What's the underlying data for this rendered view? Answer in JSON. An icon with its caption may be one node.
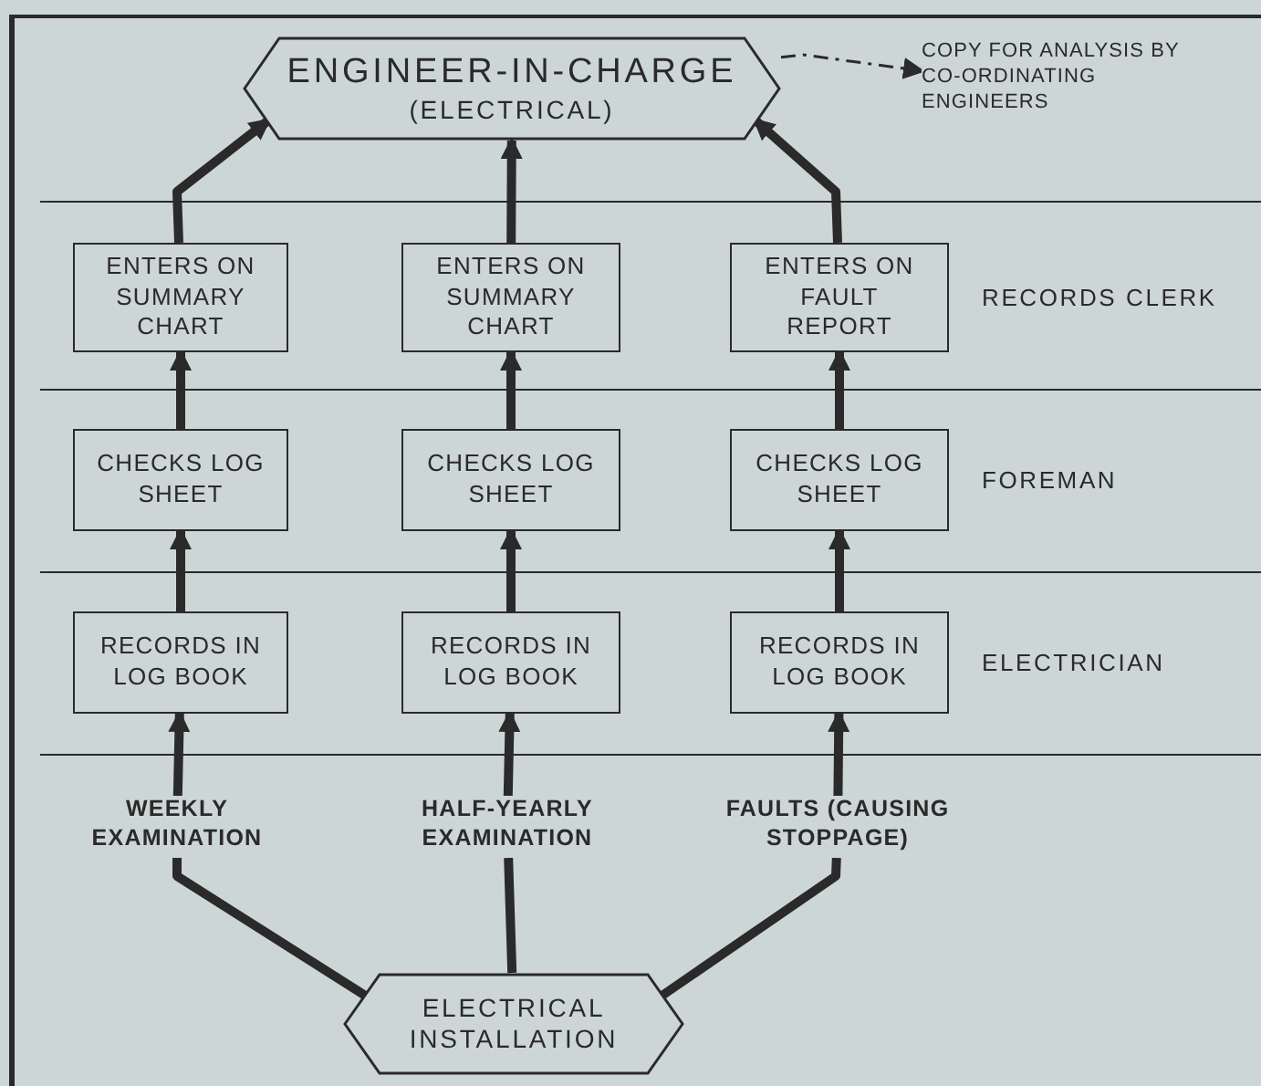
{
  "diagram": {
    "nodes": [
      {
        "text": [
          "ENGINEER-IN-CHARGE",
          "(ELECTRICAL)"
        ]
      },
      {
        "text": [
          "COPY FOR ANALYSIS BY CO-ORDINATING ENGINEERS"
        ]
      },
      {
        "text": [
          "ENTERS ON SUMMARY CHART"
        ]
      },
      {
        "text": [
          "ENTERS ON SUMMARY CHART"
        ]
      },
      {
        "text": [
          "ENTERS ON FAULT REPORT"
        ]
      },
      {
        "text": [
          "CHECKS LOG SHEET"
        ]
      },
      {
        "text": [
          "CHECKS LOG SHEET"
        ]
      },
      {
        "text": [
          "CHECKS LOG SHEET"
        ]
      },
      {
        "text": [
          "RECORDS IN LOG BOOK"
        ]
      },
      {
        "text": [
          "RECORDS IN LOG BOOK"
        ]
      },
      {
        "text": [
          "RECORDS IN LOG BOOK"
        ]
      },
      {
        "text": [
          "WEEKLY EXAMINATION"
        ]
      },
      {
        "text": [
          "HALF-YEARLY EXAMINATION"
        ]
      },
      {
        "text": [
          "FAULTS (CAUSING STOPPAGE)"
        ]
      },
      {
        "text": [
          "ELECTRICAL INSTALLATION"
        ]
      }
    ],
    "edges": [
      {
        "from": 0,
        "to": 1,
        "arrow": "to",
        "style": "dashed"
      },
      {
        "from": 14,
        "to": 11,
        "arrow": "none"
      },
      {
        "from": 14,
        "to": 12,
        "arrow": "none"
      },
      {
        "from": 14,
        "to": 13,
        "arrow": "none"
      },
      {
        "from": 11,
        "to": 8,
        "arrow": "to"
      },
      {
        "from": 12,
        "to": 9,
        "arrow": "to"
      },
      {
        "from": 13,
        "to": 10,
        "arrow": "to"
      },
      {
        "from": 8,
        "to": 5,
        "arrow": "to"
      },
      {
        "from": 9,
        "to": 6,
        "arrow": "to"
      },
      {
        "from": 10,
        "to": 7,
        "arrow": "to"
      },
      {
        "from": 5,
        "to": 2,
        "arrow": "to"
      },
      {
        "from": 6,
        "to": 3,
        "arrow": "to"
      },
      {
        "from": 7,
        "to": 4,
        "arrow": "to"
      },
      {
        "from": 2,
        "to": 0,
        "arrow": "to"
      },
      {
        "from": 3,
        "to": 0,
        "arrow": "to"
      },
      {
        "from": 4,
        "to": 0,
        "arrow": "to"
      }
    ],
    "labels": [
      "RECORDS CLERK",
      "FOREMAN",
      "ELECTRICIAN"
    ]
  }
}
